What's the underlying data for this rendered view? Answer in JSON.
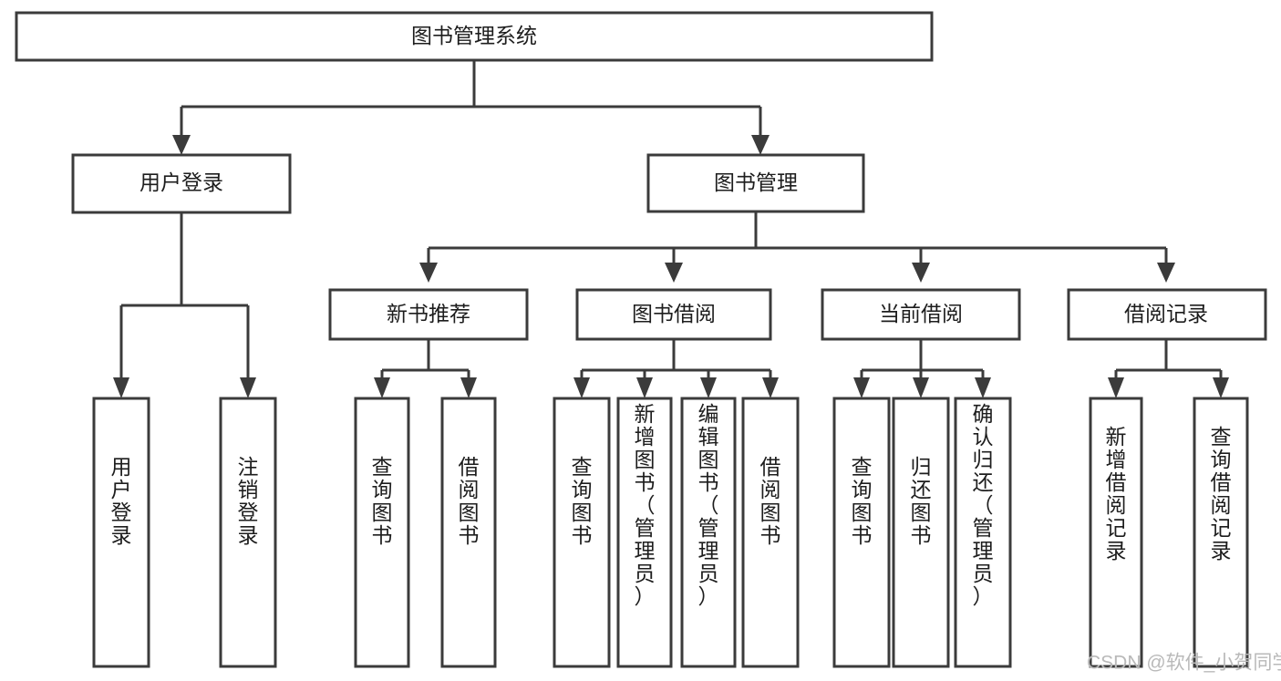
{
  "diagram": {
    "type": "tree-hierarchy",
    "title": "图书管理系统",
    "root": {
      "id": "root",
      "label": "图书管理系统",
      "orientation": "horizontal"
    },
    "level1": [
      {
        "id": "user-login",
        "label": "用户登录",
        "orientation": "horizontal"
      },
      {
        "id": "book-management",
        "label": "图书管理",
        "orientation": "horizontal"
      }
    ],
    "level2": [
      {
        "id": "new-book-recommend",
        "label": "新书推荐",
        "orientation": "horizontal",
        "parent": "book-management"
      },
      {
        "id": "book-borrow",
        "label": "图书借阅",
        "orientation": "horizontal",
        "parent": "book-management"
      },
      {
        "id": "current-borrow",
        "label": "当前借阅",
        "orientation": "horizontal",
        "parent": "book-management"
      },
      {
        "id": "borrow-record",
        "label": "借阅记录",
        "orientation": "horizontal",
        "parent": "book-management"
      }
    ],
    "leaves": [
      {
        "id": "leaf-user-login",
        "label": "用户登录",
        "orientation": "vertical",
        "parent": "user-login"
      },
      {
        "id": "leaf-logout-login",
        "label": "注销登录",
        "orientation": "vertical",
        "parent": "user-login"
      },
      {
        "id": "leaf-query-book-1",
        "label": "查询图书",
        "orientation": "vertical",
        "parent": "new-book-recommend"
      },
      {
        "id": "leaf-borrow-book-1",
        "label": "借阅图书",
        "orientation": "vertical",
        "parent": "new-book-recommend"
      },
      {
        "id": "leaf-query-book-2",
        "label": "查询图书",
        "orientation": "vertical",
        "parent": "book-borrow"
      },
      {
        "id": "leaf-add-book-admin",
        "label": "新增图书（管理员）",
        "orientation": "vertical",
        "parent": "book-borrow"
      },
      {
        "id": "leaf-edit-book-admin",
        "label": "编辑图书（管理员）",
        "orientation": "vertical",
        "parent": "book-borrow"
      },
      {
        "id": "leaf-borrow-book-2",
        "label": "借阅图书",
        "orientation": "vertical",
        "parent": "book-borrow"
      },
      {
        "id": "leaf-query-book-3",
        "label": "查询图书",
        "orientation": "vertical",
        "parent": "current-borrow"
      },
      {
        "id": "leaf-return-book",
        "label": "归还图书",
        "orientation": "vertical",
        "parent": "current-borrow"
      },
      {
        "id": "leaf-confirm-return-admin",
        "label": "确认归还（管理员）",
        "orientation": "vertical",
        "parent": "current-borrow"
      },
      {
        "id": "leaf-add-borrow-record",
        "label": "新增借阅记录",
        "orientation": "vertical",
        "parent": "borrow-record"
      },
      {
        "id": "leaf-query-borrow-record",
        "label": "查询借阅记录",
        "orientation": "vertical",
        "parent": "borrow-record"
      }
    ],
    "colors": {
      "stroke": "#3b3b3b",
      "fill": "#ffffff",
      "text": "#1d1d1d",
      "watermark": "#b9b9b9"
    }
  },
  "watermark": {
    "text": "CSDN @软件_小贺同学"
  }
}
